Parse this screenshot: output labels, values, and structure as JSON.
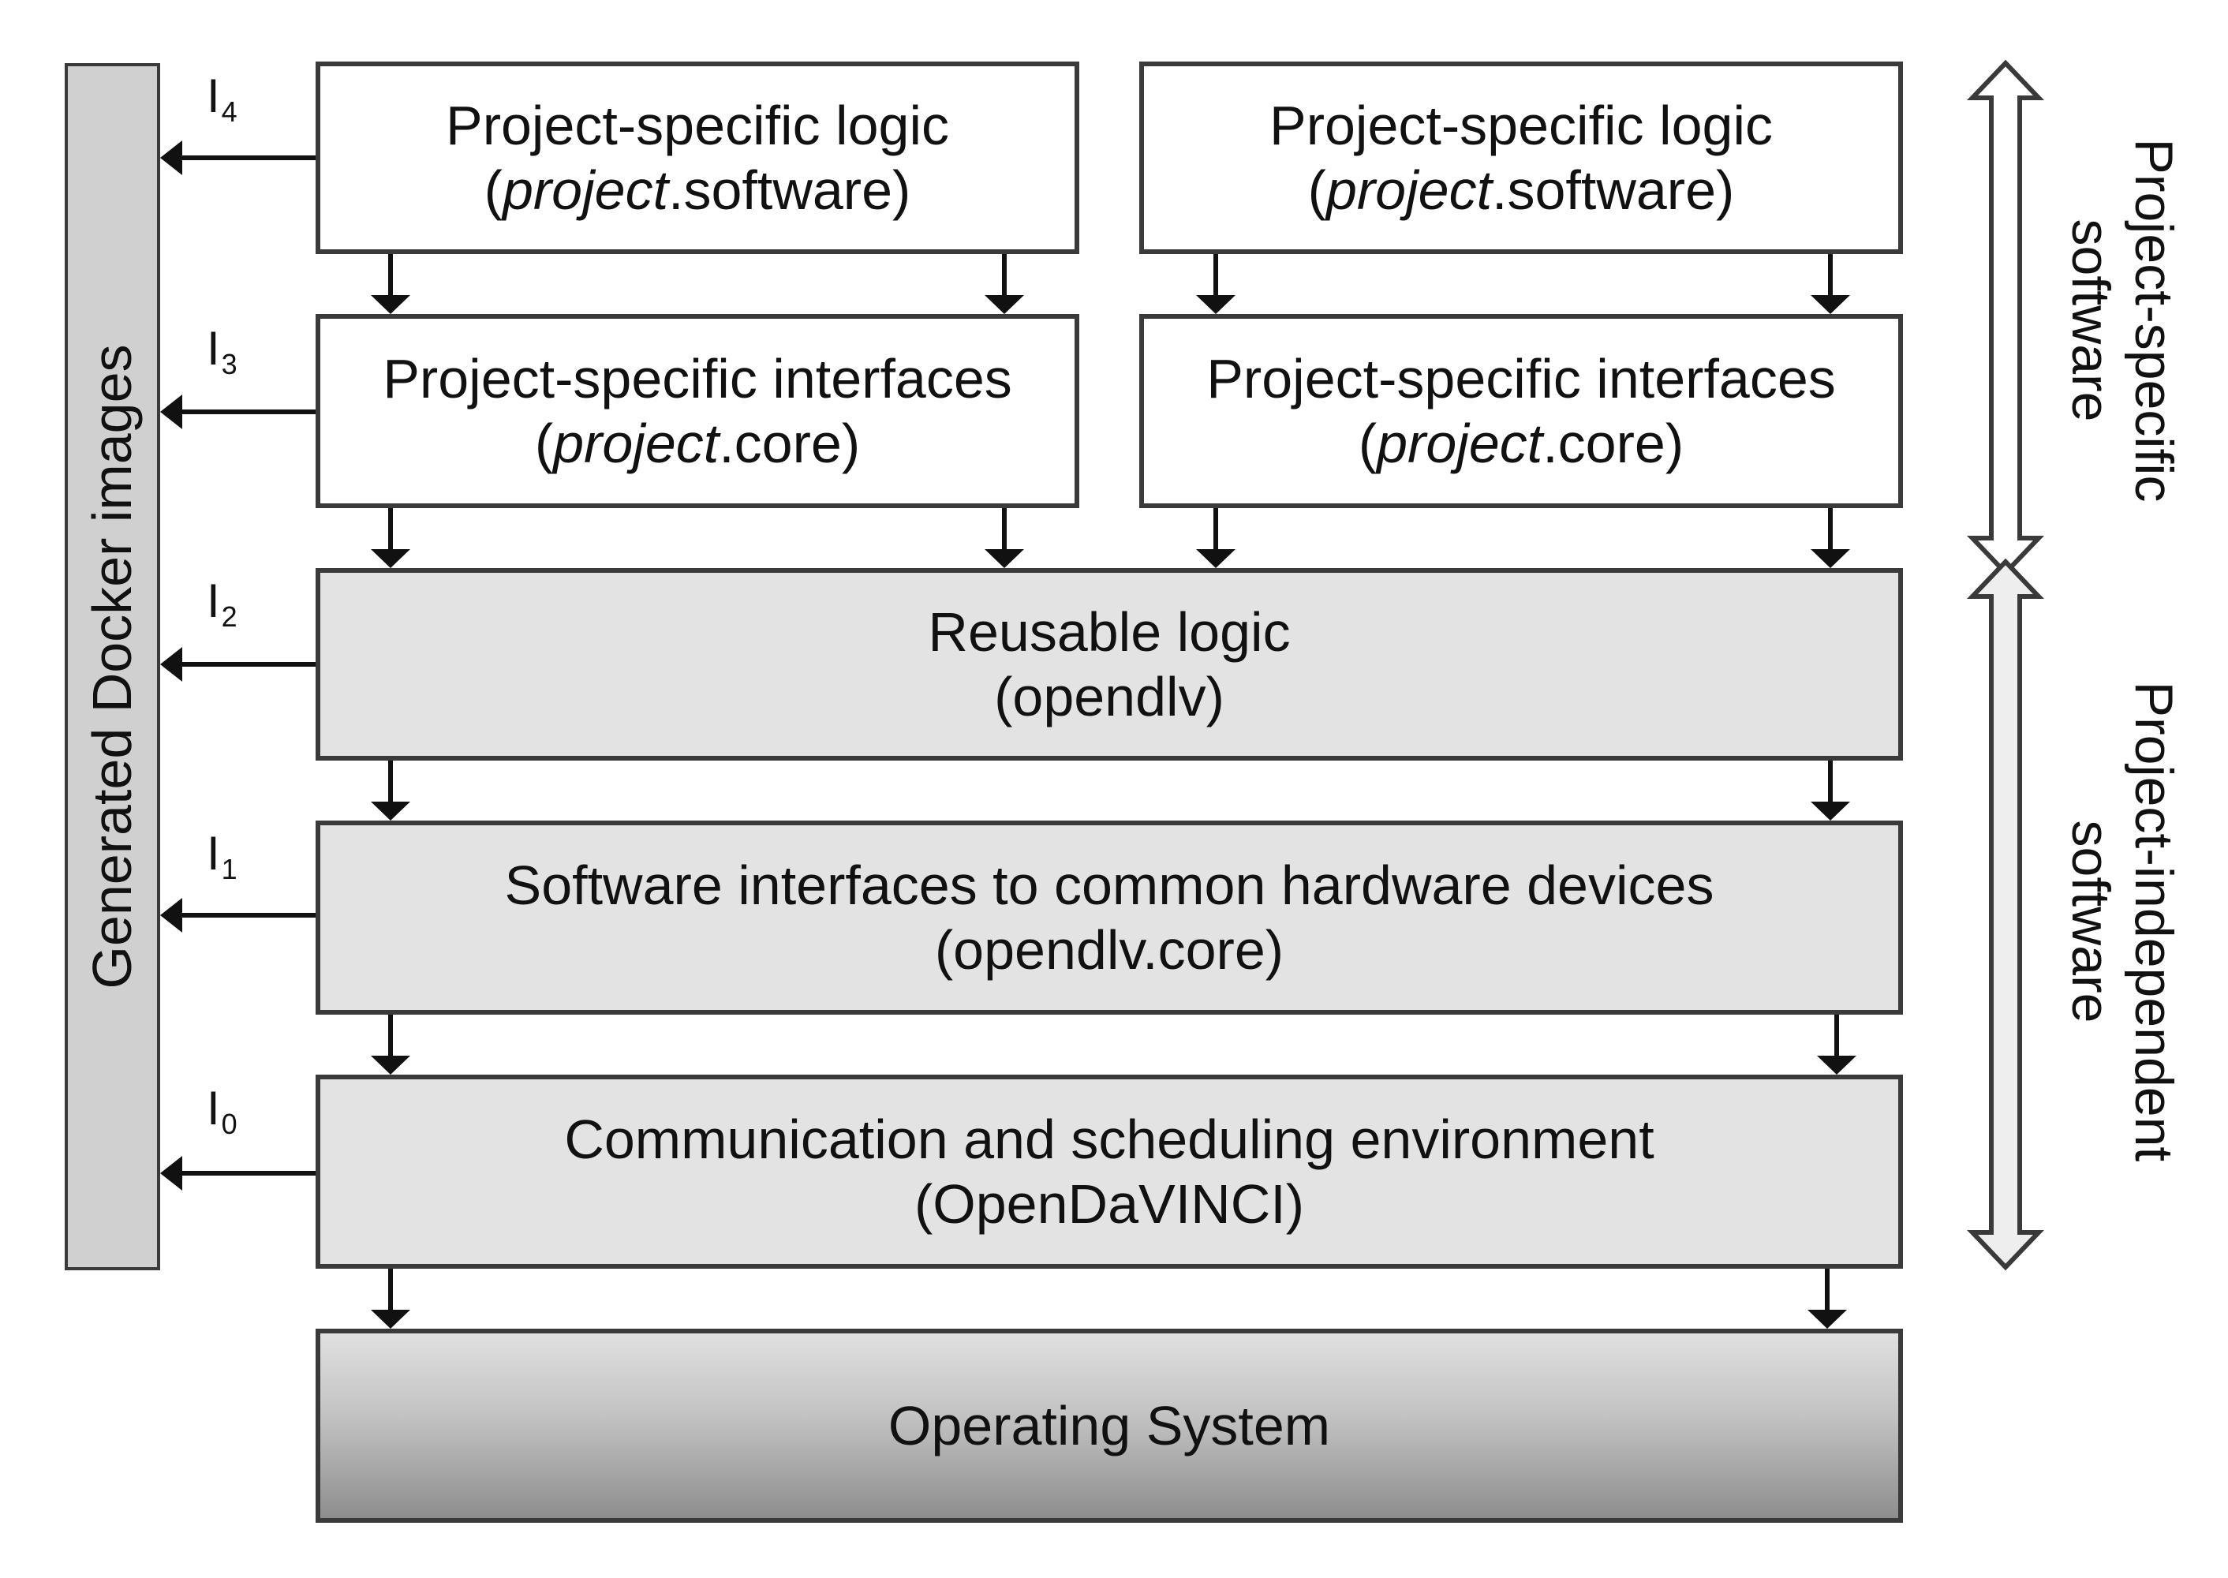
{
  "docker": {
    "label": "Generated Docker images"
  },
  "interfaces": [
    {
      "main": "I",
      "sub": "4"
    },
    {
      "main": "I",
      "sub": "3"
    },
    {
      "main": "I",
      "sub": "2"
    },
    {
      "main": "I",
      "sub": "1"
    },
    {
      "main": "I",
      "sub": "0"
    }
  ],
  "boxes": {
    "logic_left": {
      "line1": "Project-specific logic",
      "open": "(",
      "italic": "project",
      "rest": ".software)"
    },
    "logic_right": {
      "line1": "Project-specific logic",
      "open": "(",
      "italic": "project",
      "rest": ".software)"
    },
    "iface_left": {
      "line1": "Project-specific interfaces",
      "open": "(",
      "italic": "project",
      "rest": ".core)"
    },
    "iface_right": {
      "line1": "Project-specific interfaces",
      "open": "(",
      "italic": "project",
      "rest": ".core)"
    },
    "reusable": {
      "line1": "Reusable logic",
      "line2": "(opendlv)"
    },
    "hardware": {
      "line1": "Software interfaces to common hardware devices",
      "line2": "(opendlv.core)"
    },
    "comm": {
      "line1": "Communication and scheduling environment",
      "line2": "(OpenDaVINCI)"
    },
    "os": {
      "line1": "Operating System"
    }
  },
  "side": {
    "specific": {
      "line1": "Project-specific",
      "line2": "software"
    },
    "independent": {
      "line1": "Project-independent",
      "line2": "software"
    }
  },
  "colors": {
    "stroke": "#3a3a3a",
    "arrow": "#111111",
    "box_grey": "#e3e3e3",
    "docker_fill": "#d0d0d0"
  }
}
